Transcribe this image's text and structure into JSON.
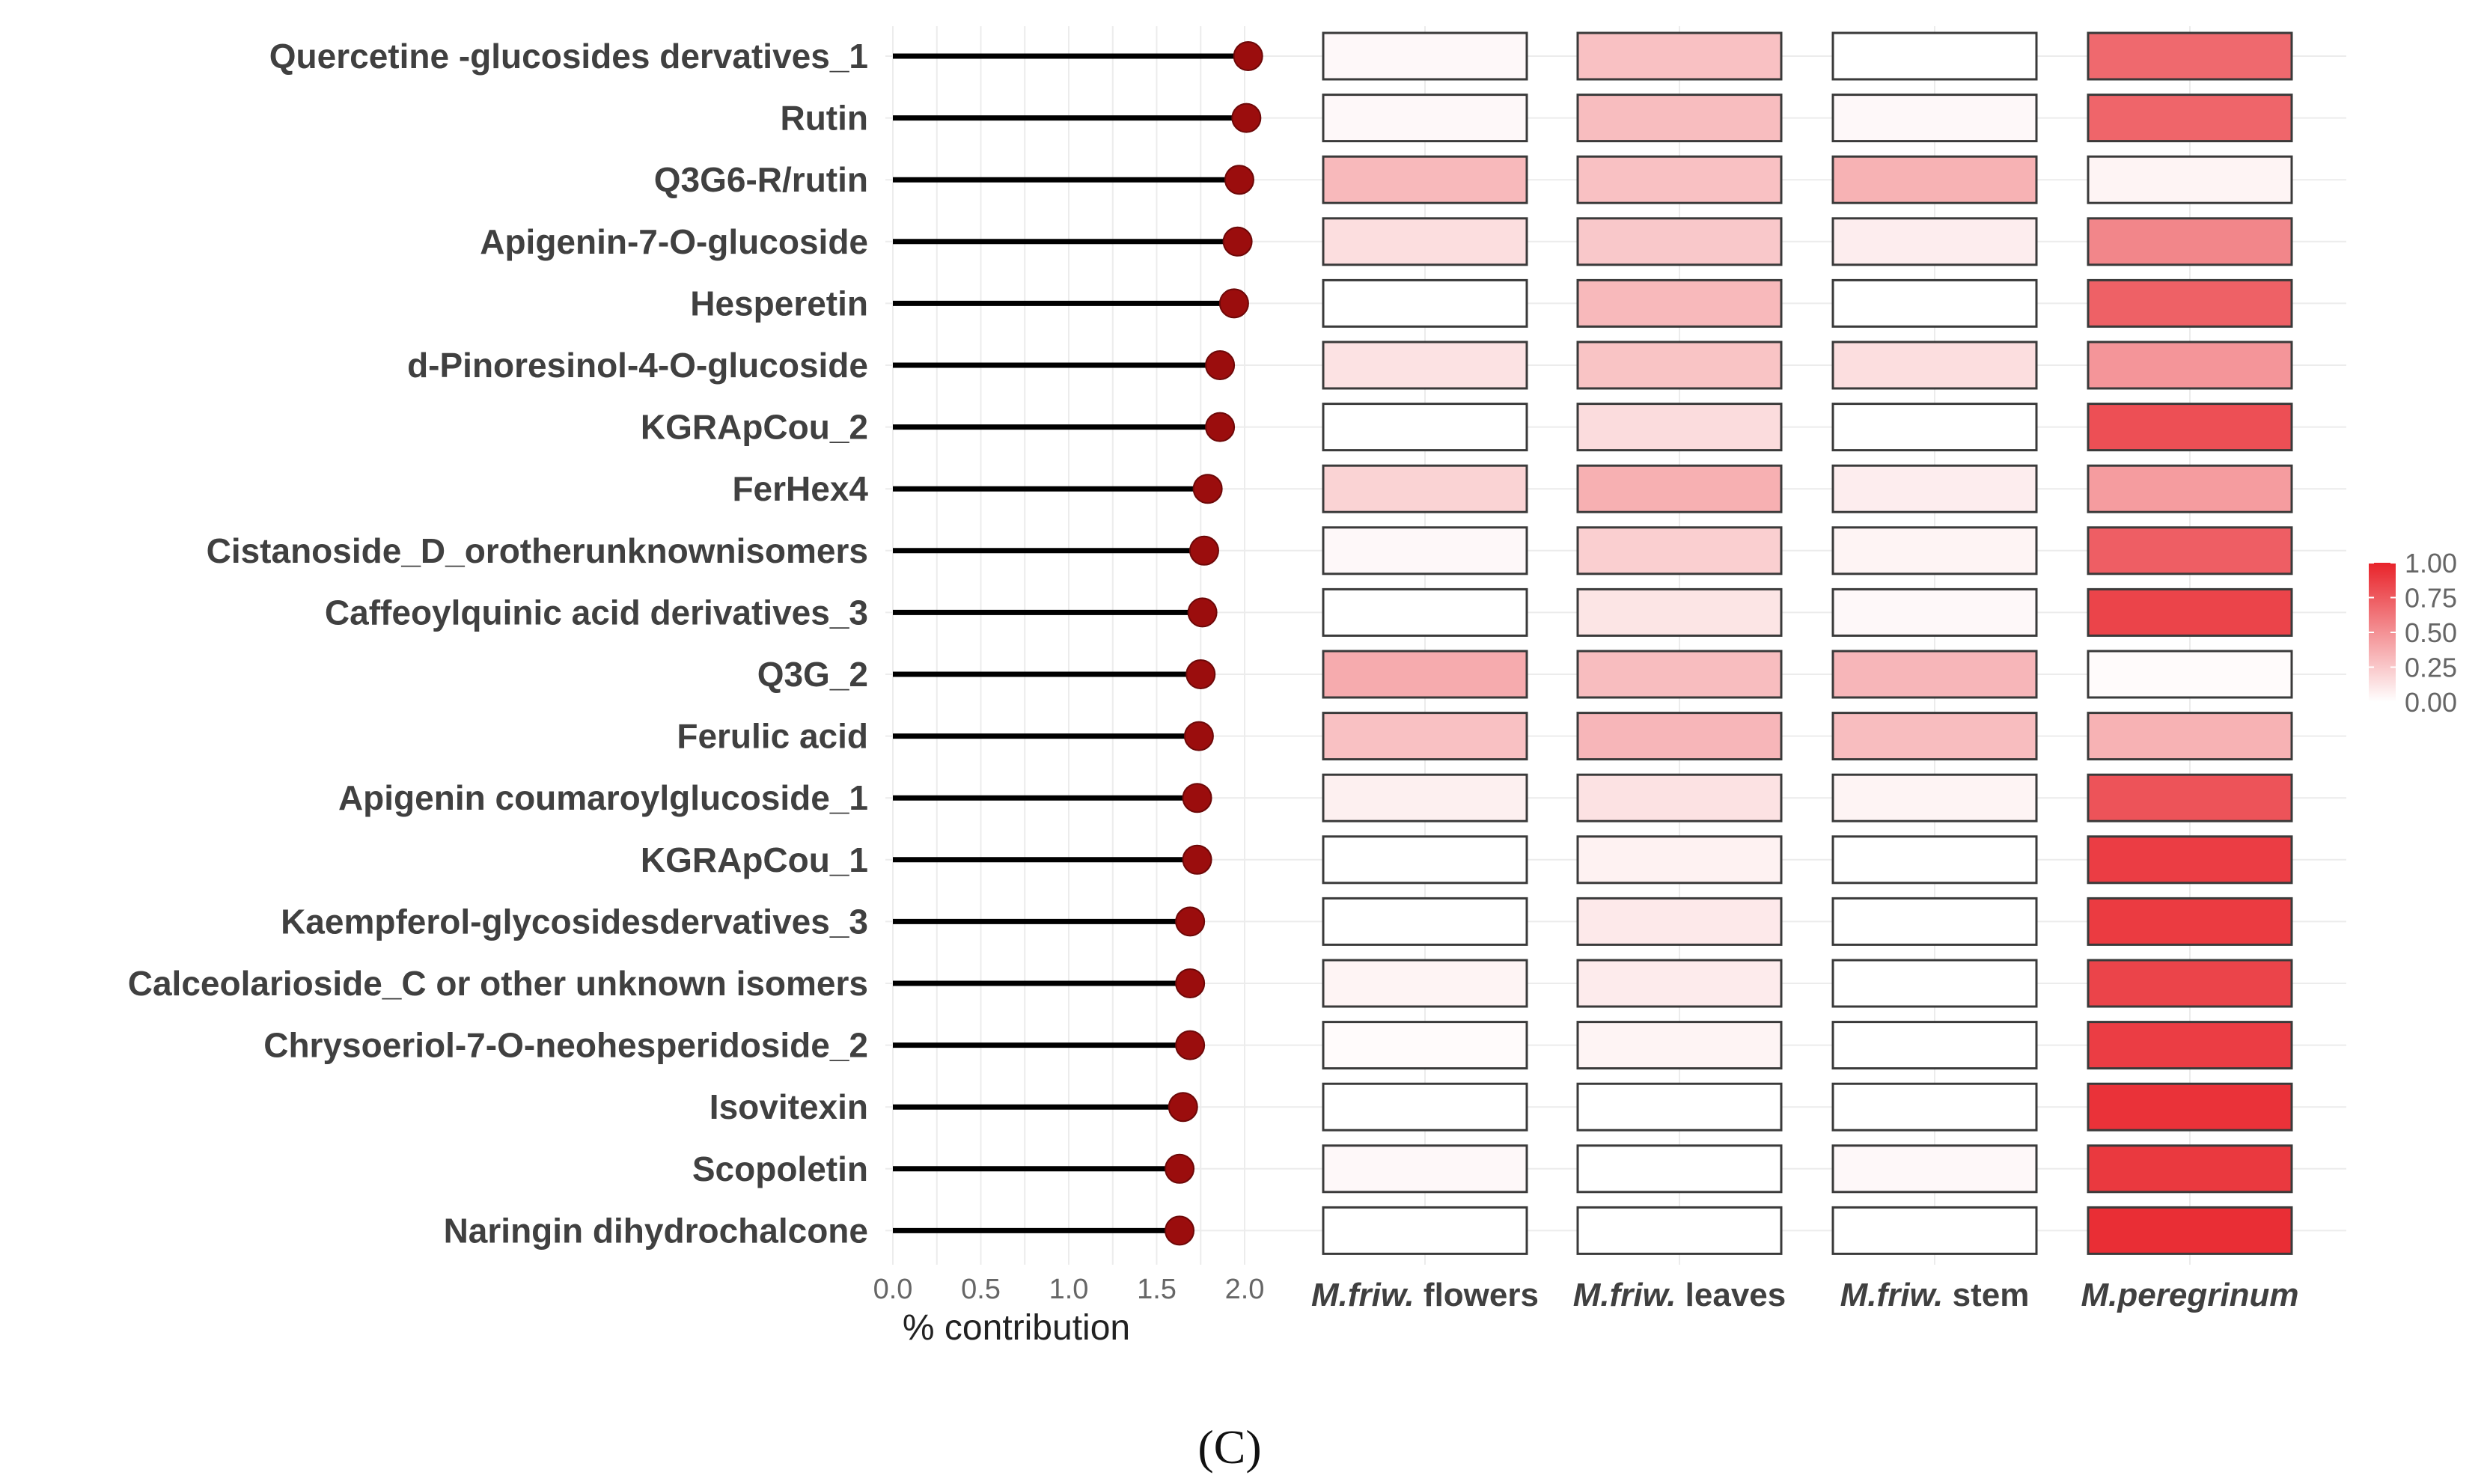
{
  "chart_data": {
    "type": "lollipop-heatmap",
    "compounds": [
      "Quercetine -glucosides dervatives_1",
      "Rutin",
      "Q3G6-R/rutin",
      "Apigenin-7-O-glucoside",
      "Hesperetin",
      "d-Pinoresinol-4-O-glucoside",
      "KGRApCou_2",
      "FerHex4",
      "Cistanoside_D_orotherunknownisomers",
      "Caffeoylquinic acid derivatives_3",
      "Q3G_2",
      "Ferulic acid",
      "Apigenin coumaroylglucoside_1",
      "KGRApCou_1",
      "Kaempferol-glycosidesdervatives_3",
      "Calceolarioside_C or other unknown isomers",
      "Chrysoeriol-7-O-neohesperidoside_2",
      "Isovitexin",
      "Scopoletin",
      "Naringin dihydrochalcone"
    ],
    "contribution": [
      2.02,
      2.01,
      1.97,
      1.96,
      1.94,
      1.86,
      1.86,
      1.79,
      1.77,
      1.76,
      1.75,
      1.74,
      1.73,
      1.73,
      1.69,
      1.69,
      1.69,
      1.65,
      1.63,
      1.63
    ],
    "xlabel": "% contribution",
    "xticks": [
      "0.0",
      "0.5",
      "1.0",
      "1.5",
      "2.0"
    ],
    "xlim": [
      0,
      2.1
    ],
    "columns": [
      {
        "italic": "M.friw.",
        "rest": " flowers"
      },
      {
        "italic": "M.friw.",
        "rest": " leaves"
      },
      {
        "italic": "M.friw.",
        "rest": " stem"
      },
      {
        "italic": "M.peregrinum",
        "rest": ""
      }
    ],
    "heat_values": [
      [
        0.03,
        0.28,
        0.0,
        0.68
      ],
      [
        0.03,
        0.3,
        0.03,
        0.7
      ],
      [
        0.32,
        0.28,
        0.35,
        0.05
      ],
      [
        0.15,
        0.25,
        0.08,
        0.55
      ],
      [
        0.0,
        0.32,
        0.0,
        0.72
      ],
      [
        0.13,
        0.27,
        0.15,
        0.48
      ],
      [
        0.0,
        0.16,
        0.0,
        0.8
      ],
      [
        0.2,
        0.36,
        0.08,
        0.45
      ],
      [
        0.03,
        0.22,
        0.05,
        0.73
      ],
      [
        0.0,
        0.12,
        0.03,
        0.85
      ],
      [
        0.38,
        0.3,
        0.33,
        0.02
      ],
      [
        0.28,
        0.33,
        0.3,
        0.35
      ],
      [
        0.07,
        0.13,
        0.05,
        0.78
      ],
      [
        0.0,
        0.06,
        0.0,
        0.88
      ],
      [
        0.0,
        0.1,
        0.0,
        0.89
      ],
      [
        0.05,
        0.09,
        0.0,
        0.85
      ],
      [
        0.02,
        0.05,
        0.0,
        0.88
      ],
      [
        0.0,
        0.0,
        0.0,
        0.93
      ],
      [
        0.03,
        0.0,
        0.03,
        0.9
      ],
      [
        0.0,
        0.0,
        0.0,
        0.95
      ]
    ],
    "legend": {
      "ticks": [
        "1.00",
        "0.75",
        "0.50",
        "0.25",
        "0.00"
      ],
      "placement": "right"
    },
    "colors": {
      "low": "#ffffff",
      "high": "#e8232a",
      "lollipop_point": "#9b0d0d",
      "lollipop_line": "#000000"
    },
    "grid": true
  },
  "panel_label": "(C)"
}
